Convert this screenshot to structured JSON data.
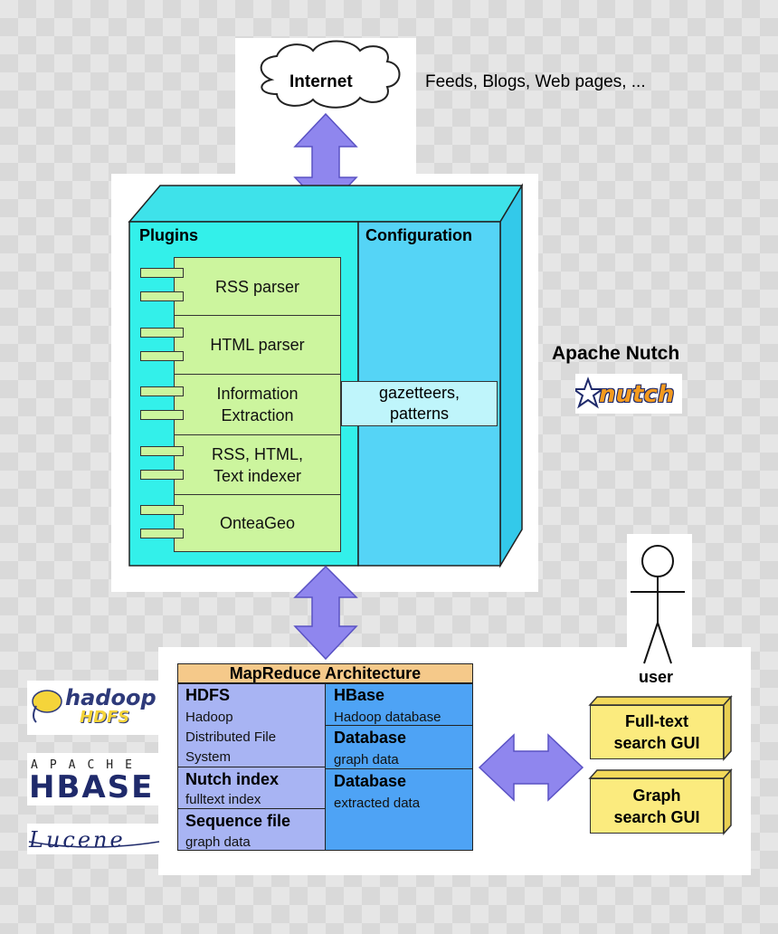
{
  "internet": {
    "label": "Internet",
    "caption": "Feeds, Blogs, Web pages, ..."
  },
  "nutch_box": {
    "plugins_label": "Plugins",
    "configuration_label": "Configuration",
    "plugins": [
      {
        "line1": "RSS parser",
        "line2": ""
      },
      {
        "line1": "HTML parser",
        "line2": ""
      },
      {
        "line1": "Information",
        "line2": "Extraction"
      },
      {
        "line1": "RSS, HTML,",
        "line2": "Text indexer"
      },
      {
        "line1": "OnteaGeo",
        "line2": ""
      }
    ],
    "gazetteers": {
      "line1": "gazetteers,",
      "line2": "patterns"
    }
  },
  "apache_nutch": {
    "label": "Apache Nutch",
    "logo_text": "nutch"
  },
  "mapreduce": {
    "title": "MapReduce Architecture",
    "hdfs": {
      "title": "HDFS",
      "line1": "Hadoop",
      "line2": "Distributed File",
      "line3": "System"
    },
    "nutch_index": {
      "title": "Nutch index",
      "sub": "fulltext index"
    },
    "sequence_file": {
      "title": "Sequence file",
      "sub": "graph data"
    },
    "hbase": {
      "title": "HBase",
      "sub": "Hadoop database"
    },
    "database1": {
      "title": "Database",
      "sub": "graph data"
    },
    "database2": {
      "title": "Database",
      "sub": "extracted data"
    }
  },
  "user": {
    "label": "user"
  },
  "gui": {
    "fulltext": {
      "line1": "Full-text",
      "line2": "search GUI"
    },
    "graph": {
      "line1": "Graph",
      "line2": "search GUI"
    }
  },
  "logos": {
    "hadoop": "hadoop",
    "hdfs": "HDFS",
    "apache": "APACHE",
    "hbase": "HBASE",
    "lucene": "Lucene"
  },
  "colors": {
    "plugins_fill": "#33f0ea",
    "configuration_fill": "#55d4f6",
    "plugin_fill": "#ccf59e",
    "arrow_fill": "#8f86ee",
    "gui_fill": "#fbeb7e",
    "mr_title_fill": "#f5c98a",
    "mr_left_fill": "#a8b4f3",
    "mr_right_fill": "#4ea3f5"
  }
}
